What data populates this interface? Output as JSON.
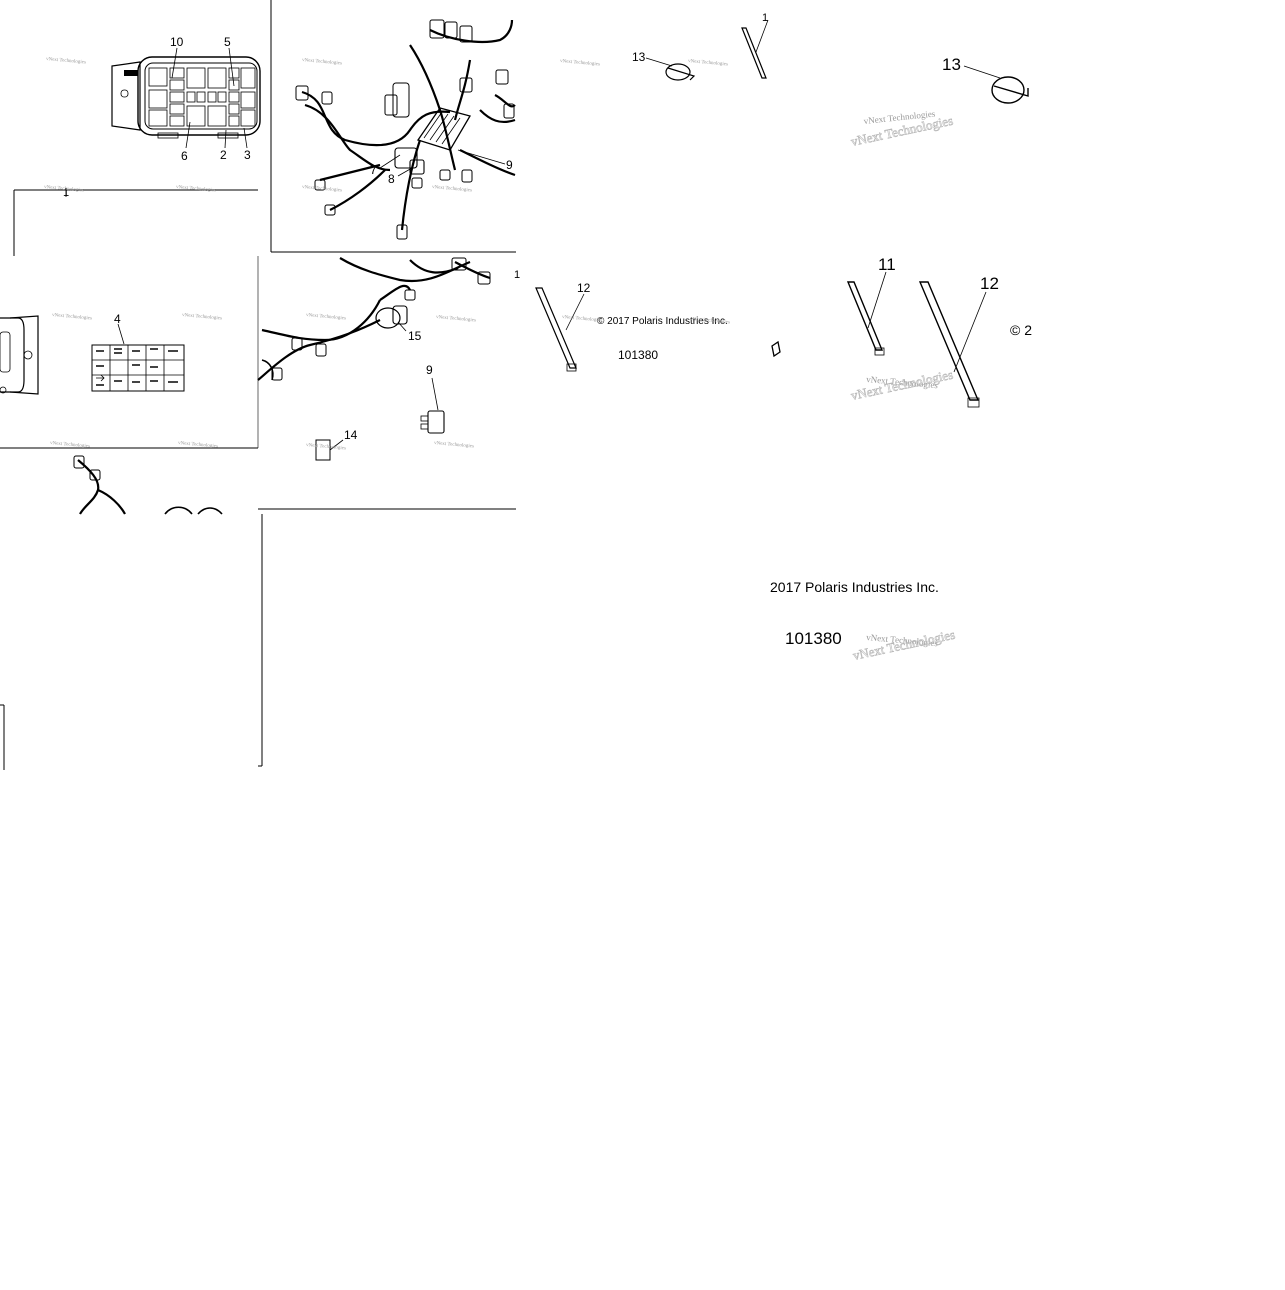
{
  "labels": {
    "c_10": "10",
    "c_5": "5",
    "c_6": "6",
    "c_2": "2",
    "c_3": "3",
    "c_1_main": "1",
    "c_4": "4",
    "c_7": "7",
    "c_8": "8",
    "c_9_top": "9",
    "c_15": "15",
    "c_9_mid": "9",
    "c_14": "14",
    "c_1_center": "1",
    "c_13_small": "13",
    "c_11_small": "1",
    "c_12_small": "12",
    "c_13_large": "13",
    "c_11_large": "11",
    "c_12_large": "12"
  },
  "copyright_small": "© 2017 Polaris Industries Inc.",
  "copyright_large": "2017 Polaris Industries Inc.",
  "copyright_large_edge": "© 2",
  "figure_small": "101380",
  "figure_large": "101380",
  "watermark": "vNext Technologies"
}
